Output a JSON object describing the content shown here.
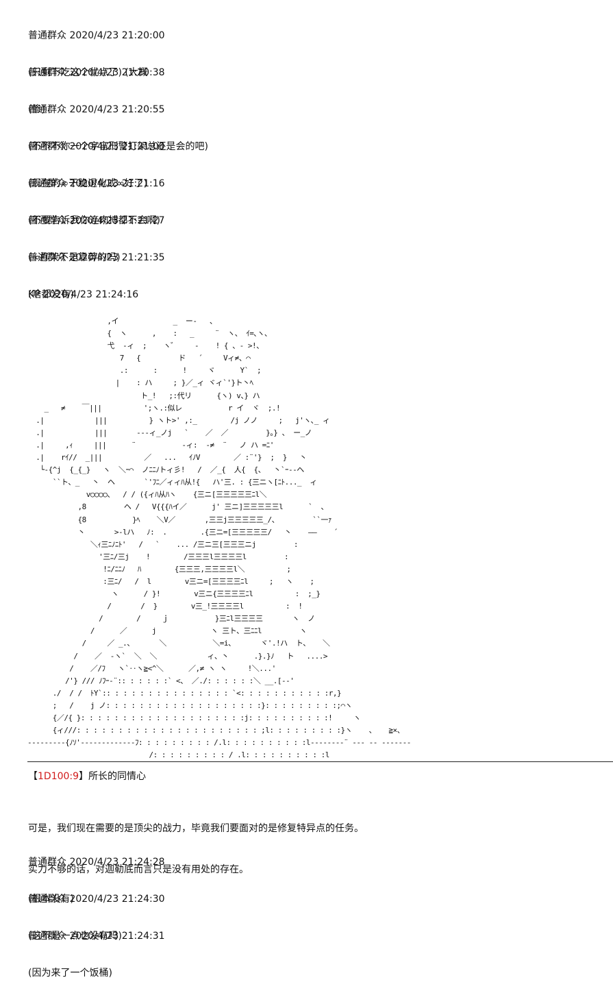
{
  "messages_before": [
    {
      "author": "普通群众",
      "time": "2020/4/23 21:20:00",
      "text": "(只剩下吃这个优点了) (大概"
    },
    {
      "author": "普通群众",
      "time": "2020/4/23 21:20:38",
      "text": "(惨)"
    },
    {
      "author": "普通群众",
      "time": "2020/4/23 21:20:55",
      "text": "(不不不你一个宇宙刑警打架总还是会的吧)"
    },
    {
      "author": "普通群众",
      "time": "2020/4/23 21:21:00",
      "text": "(现在的∞干脆退化成∞好了)"
    },
    {
      "author": "普通群众",
      "time": "2020/4/23 21:21:16",
      "text": "(不要告诉我你连肉搏都不会啊)"
    },
    {
      "author": "普通群众",
      "time": "2020/4/23 21:21:27",
      "text": "(∞打架不是靠莽的吗)"
    },
    {
      "author": "普通群众",
      "time": "2020/4/23 21:21:35",
      "text": "(啥都没有)"
    }
  ],
  "kp_header": {
    "author": "KP",
    "time": "2020/4/23 21:24:16"
  },
  "ascii_art": "                   ,イ             _  ー-   、\n                   {  ヽ      ,    :   _     ¨  ヽ、 ｲ=､ヽ、\n                   弋  ‐ィ  ;    ヽ゛    ‐    ! { 、‐ >!、\n                      7   {         ド   ´     Vィ≠、⌒\n                      .:      :      !     ヾ      Y`  ;\n                     |    : ハ     ; }／_ィ ヾィ`'}ト丶ﾍ\n                           ト_!   ;:代リ      {ヽ) v、} ハ\n    _   ≠    ￣|||          ';ヽ.:似レ           r イ  ヾ  ;.!\n  .|            |||          } ヽト>' ,:_        /j ノノ     ;   j'ヽ､_ ィ\n  .|            |||       ‐-‐ィ_ノj   `    ／  ／         }。} 、 ー_ノ\n  .|     ,ｨ     |||      ¨           ‐ィ:  -≠  ¨   ノ ハ =ﾆ'\n  .|    rｲ//  _|||          ／   ...   ｲﾉV        ／ :¨'}  ;  }   丶\n   └-{^j  {_{_}   ヽ  ＼ｰ⌒  ノﾆﾆﾉトィ彡!   /  ／_{  人{  {、  丶`ｰ-‐ヘ\n      ``ト、_   丶  ヘ       `'ﾌﾆ／ィィﾊ从!{   ハ'三. : {三ニヽ[ﾆﾄ..._  ィ\n              v○○○○、  / / ({ィﾊ从ﾊヽ    {三ニ[三三三三三ﾆl＼\n            ,8         ヘ /   V{{{ﾊイ／      j' 三ニ]三三三三三l      `  、\n            {8           }ﾍ    ＼V／       ,三三j三三三三三_/、        ``一ｧ\n            丶       >-lハ   ﾉ:  .        .{三ニ=[三三三三三/   丶    ――    ´\n               ＼ｨ三ﾆﾉﾆﾄ'   /   `    ... /三ニ三[三三三ニj         :\n                 '三ﾆ/三j    !        /三三三l三三三三l         :\n                  !ﾆ/ﾆﾆﾉ   ﾊ        {三三三,三三三三l＼          ;\n                  :三ﾆ/   /  l        v三ニ=[三三三三ﾆl     ;   ヽ    ;\n                    ヽ      / }!        v三ニ{三三三三ﾆl          :  ;_}\n                   /       /  }        v三_!三三三三l          :  !\n                 /        /     ｊ           }三ﾆl三三三三       ヽ  ノ\n               /      ／      j             ヽ 三ト、三ﾆﾆl         ヽ\n             /     ／ _.、      ＼           ＼=i、      ヾ'.!ハ  ト、   ＼\n           /    ／  ‐ヽ`  ＼  ＼            ィ、丶      .}.}ﾉ   ト   ....>\n          /    ／/ﾌ   ヽ`‥ヽ≧<^＼      ／,≠ ヽ ヽ     !＼...'\n         /'} /// ﾉﾌｰ‐¨:: : : : : :` <、 ／./: : : : : :＼ __.[-‐'\n      ./  / /  ﾄY`:: : : : : : : : : : : : : : : `<: : : : : : : : : : :r,}\n      ;   /    j ノ: : : : : : : : : : : : : : : : : : :}: : : : : : : : :;⌒ヽ\n      {／/{ }: : : : : : : : : : : : : : : : : : : :j: : : : : : : : : :!     ヽ\n      {ィ///: : : : : : : : : : : : : : : : : : : : : : ;l: : : : : : : : :}ヽ    、   ≧×、\n‐‐‐‐‐‐‐‐‐{ﾉｿ'‐‐‐‐‐‐‐‐‐‐‐‐‐ﾌ: : : : : : : : : /.l: : : : : : : : : :l‐‐‐‐‐‐‐‐¨ ‐‐‐ ‐‐ ‐‐‐‐‐‐‐‐‐‐‐‐\n                             /: : : : : : : : : / .l: : : : : : : : : :l",
  "divider_char": "‐",
  "roll": {
    "open": "【",
    "dice": "1D100:9",
    "close": "】",
    "label": "所长的同情心"
  },
  "narration": [
    "可是，我们现在需要的是顶尖的战力，毕竟我们要面对的是修复特异点的任务。",
    "实力不够的话，对迦勒底而言只是没有用处的存在。"
  ],
  "messages_after": [
    {
      "author": "普通群众",
      "time": "2020/4/23 21:24:28",
      "text": "(根本没有)"
    },
    {
      "author": "普通群众",
      "time": "2020/4/23 21:24:30",
      "text": "(这不是一点也没有吗)"
    },
    {
      "author": "普通群众",
      "time": "2020/4/23 21:24:31",
      "text": "(因为来了一个饭桶)"
    }
  ]
}
